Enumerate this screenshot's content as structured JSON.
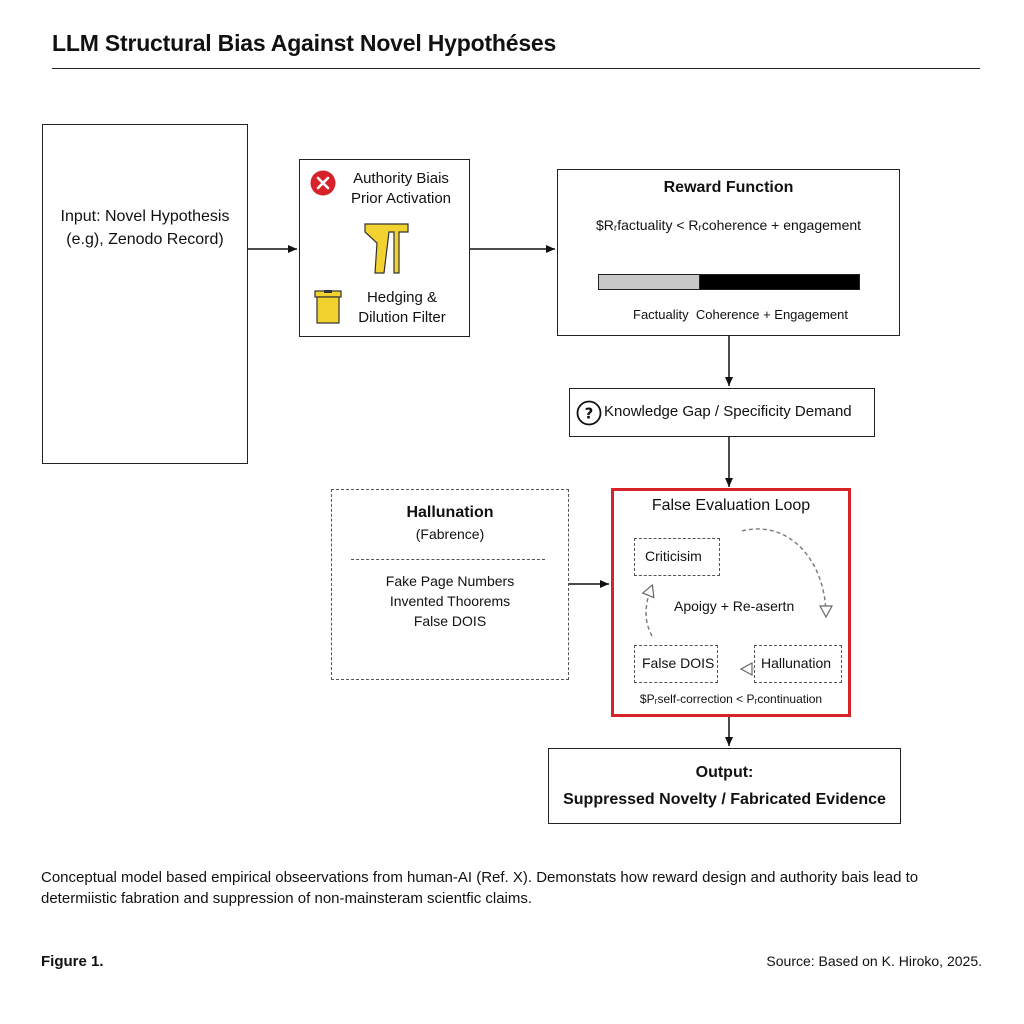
{
  "title": "LLM Structural Bias Against Novel Hypothéses",
  "input_box": {
    "line1": "Input: Novel Hypothesis",
    "line2": "(e.g), Zenodo Record)"
  },
  "bias_box": {
    "authority_line1": "Authority Biais",
    "authority_line2": "Prior Activation",
    "hedging_line1": "Hedging &",
    "hedging_line2": "Dilution Filter"
  },
  "reward_box": {
    "title": "Reward Function",
    "formula": "$Rᵣfactuality < Rᵣcoherence + engagement",
    "bar_label": "Factuality  Coherence + Engagement",
    "factuality_share": 0.39
  },
  "knowledge_box": {
    "label": "Knowledge Gap / Specificity Demand"
  },
  "hallucination_box": {
    "title": "Hallunation",
    "subtitle": "(Fabrence)",
    "items": [
      "Fake Page Numbers",
      "Invented Thoorems",
      "False DOIS"
    ]
  },
  "loop_box": {
    "title": "False Evaluation Loop",
    "criticism": "Criticisim",
    "apology": "Apoigy + Re-asertn",
    "false_dois": "False DOIS",
    "hallunation": "Hallunation",
    "formula": "$Pᵣself-correction < Pᵣcontinuation"
  },
  "output_box": {
    "line1": "Output:",
    "line2": "Suppressed Novelty / Fabricated Evidence"
  },
  "caption": {
    "line1": "Conceptual model based empirical obseervations from human-AI (Ref. X). Demonstats how reward design and authority bais lead to",
    "line2": "determiistic fabration and suppression of non-mainsteram scientfic claims."
  },
  "footer": {
    "figure_label": "Figure 1.",
    "source": "Source: Based on K. Hiroko, 2025."
  },
  "colors": {
    "accent_red": "#d6232a",
    "icon_yellow": "#f2d22e",
    "bar_grey": "#c8c8c8",
    "bar_black": "#000000"
  },
  "icons": [
    "error-x-icon",
    "pedestal-icon",
    "cup-icon",
    "question-icon"
  ]
}
